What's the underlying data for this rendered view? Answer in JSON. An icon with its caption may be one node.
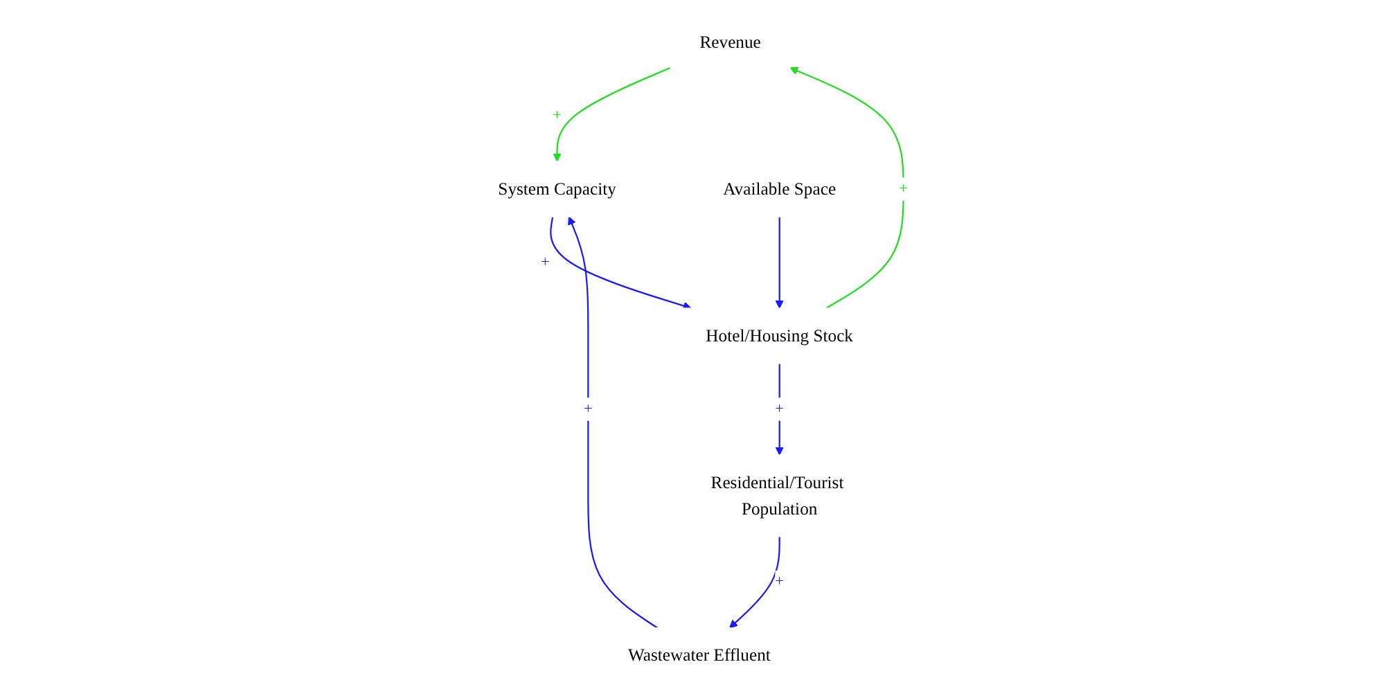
{
  "diagram": {
    "nodes": [
      {
        "text": [
          "System Capacity"
        ]
      },
      {
        "text": [
          "Revenue"
        ]
      },
      {
        "text": [
          "Wastewater Effluent"
        ]
      },
      {
        "text": [
          "Available Space"
        ]
      },
      {
        "text": [
          "Residential/Tourist Population"
        ]
      },
      {
        "text": [
          "Hotel/Housing Stock"
        ]
      }
    ],
    "edges": [
      {
        "from": 2,
        "to": 0,
        "arrow": "to",
        "label": "+"
      },
      {
        "from": 0,
        "to": 5,
        "arrow": "to",
        "label": "+"
      },
      {
        "from": 5,
        "to": 1,
        "arrow": "to",
        "label": "+",
        "color": "#22dd22"
      },
      {
        "from": 1,
        "to": 0,
        "arrow": "to",
        "label": "+",
        "color": "#22dd22"
      },
      {
        "from": 3,
        "to": 5,
        "arrow": "to"
      },
      {
        "from": 5,
        "to": 4,
        "arrow": "to",
        "label": "+"
      },
      {
        "from": 4,
        "to": 2,
        "arrow": "to",
        "label": "+"
      }
    ]
  }
}
